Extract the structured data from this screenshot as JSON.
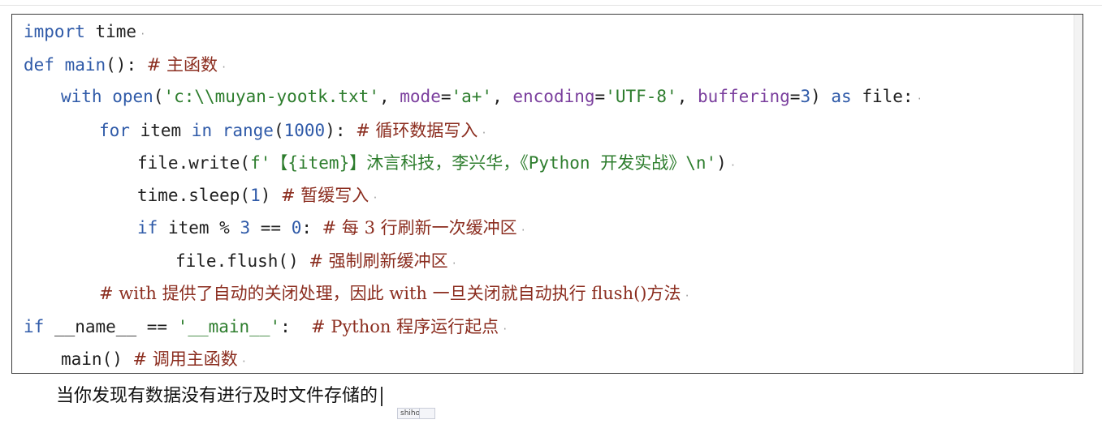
{
  "code": {
    "line1": {
      "kw": "import",
      "rest": " time"
    },
    "line2": {
      "kw": "def",
      "fn": " main",
      "rest": "(): ",
      "comment": "# 主函数"
    },
    "line3": {
      "kw": "with",
      "fn": " open",
      "p1": "(",
      "s1": "'c:\\\\muyan-yootk.txt'",
      "p2": ", ",
      "k1": "mode",
      "eq1": "=",
      "s2": "'a+'",
      "p3": ", ",
      "k2": "encoding",
      "eq2": "=",
      "s3": "'UTF-8'",
      "p4": ", ",
      "k3": "buffering",
      "eq3": "=",
      "n1": "3",
      "p5": ") ",
      "kw2": "as",
      "rest": " file:"
    },
    "line4": {
      "kw": "for",
      "rest1": " item ",
      "kw2": "in",
      "fn": " range",
      "p1": "(",
      "n1": "1000",
      "p2": "): ",
      "comment": "# 循环数据写入"
    },
    "line5": {
      "rest1": "file.write(",
      "str": "f'【{item}】沐言科技，李兴华，《Python 开发实战》\\n'",
      "rest2": ")"
    },
    "line6": {
      "rest1": "time.sleep(",
      "n1": "1",
      "rest2": ") ",
      "comment": "# 暂缓写入"
    },
    "line7": {
      "kw": "if",
      "rest1": " item % ",
      "n1": "3",
      "rest2": " == ",
      "n2": "0",
      "rest3": ": ",
      "comment": "# 每 3 行刷新一次缓冲区"
    },
    "line8": {
      "rest1": "file.flush() ",
      "comment": "# 强制刷新缓冲区"
    },
    "line9": {
      "comment": "# with 提供了自动的关闭处理，因此 with 一旦关闭就自动执行 flush()方法"
    },
    "line10": {
      "kw": "if",
      "rest1": " __name__ == ",
      "str": "'__main__'",
      "rest2": ":  ",
      "comment": "# Python 程序运行起点"
    },
    "line11": {
      "rest1": "main() ",
      "comment": "# 调用主函数"
    }
  },
  "subtitle": "当你发现有数据没有进行及时文件存储的",
  "ime": {
    "composition": "shiho"
  },
  "colors": {
    "keyword": "#2f5aa8",
    "string": "#2d7d2d",
    "comment": "#8b2d1f",
    "text": "#1f1f1f"
  },
  "icons": {
    "paragraph_mark": "pilcrow-icon"
  }
}
